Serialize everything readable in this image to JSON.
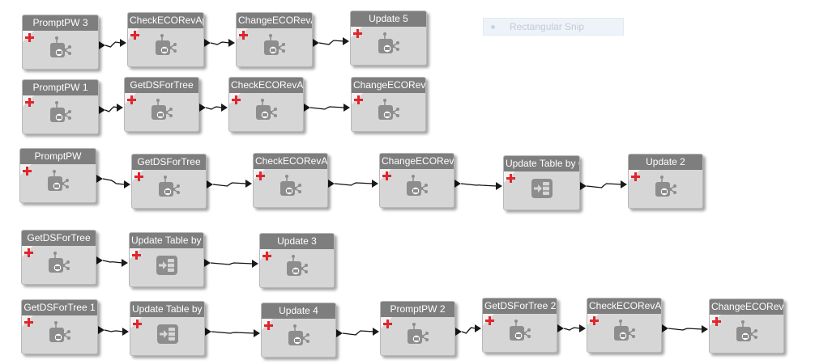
{
  "overlay": {
    "label": "Rectangular Snip"
  },
  "rows": [
    {
      "nodes": [
        {
          "title": "PromptPW 3",
          "icon": "task-icon"
        },
        {
          "title": "CheckECORevApp",
          "icon": "task-icon"
        },
        {
          "title": "ChangeECORevApp",
          "icon": "task-icon"
        },
        {
          "title": "Update 5",
          "icon": "task-icon"
        }
      ]
    },
    {
      "nodes": [
        {
          "title": "PromptPW 1",
          "icon": "task-icon"
        },
        {
          "title": "GetDSForTree",
          "icon": "task-icon"
        },
        {
          "title": "CheckECORevApp",
          "icon": "task-icon"
        },
        {
          "title": "ChangeECORevApp",
          "icon": "task-icon"
        }
      ]
    },
    {
      "nodes": [
        {
          "title": "PromptPW",
          "icon": "task-icon"
        },
        {
          "title": "GetDSForTree",
          "icon": "task-icon"
        },
        {
          "title": "CheckECORevApp",
          "icon": "task-icon"
        },
        {
          "title": "ChangeECORevApp",
          "icon": "task-icon"
        },
        {
          "title": "Update Table by Q",
          "icon": "table-update-icon"
        },
        {
          "title": "Update 2",
          "icon": "task-icon"
        }
      ]
    },
    {
      "nodes": [
        {
          "title": "GetDSForTree",
          "icon": "task-icon"
        },
        {
          "title": "Update Table by Q",
          "icon": "table-update-icon"
        },
        {
          "title": "Update 3",
          "icon": "task-icon"
        }
      ]
    },
    {
      "nodes": [
        {
          "title": "GetDSForTree 1",
          "icon": "task-icon"
        },
        {
          "title": "Update Table by Q",
          "icon": "table-update-icon"
        },
        {
          "title": "Update 4",
          "icon": "task-icon"
        },
        {
          "title": "PromptPW 2",
          "icon": "task-icon"
        },
        {
          "title": "GetDSForTree 2",
          "icon": "task-icon"
        },
        {
          "title": "CheckECORevApp",
          "icon": "task-icon"
        },
        {
          "title": "ChangeECORevApp",
          "icon": "task-icon"
        }
      ]
    }
  ]
}
